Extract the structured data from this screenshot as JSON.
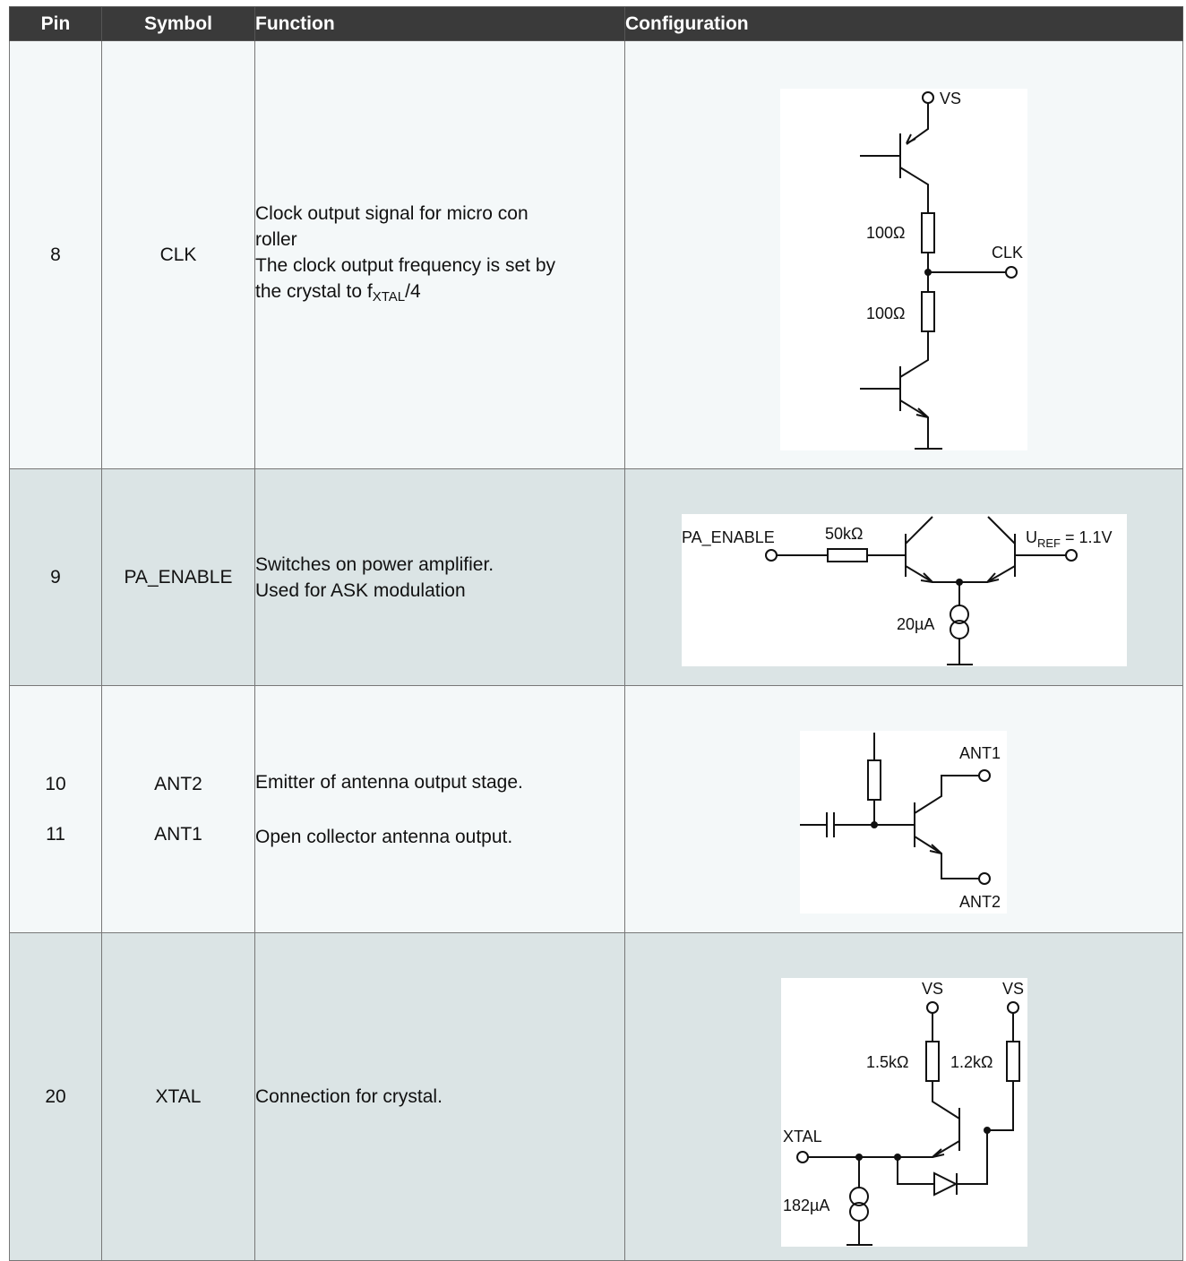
{
  "headers": {
    "pin": "Pin",
    "symbol": "Symbol",
    "function": "Function",
    "configuration": "Configuration"
  },
  "rows": [
    {
      "pin": "8",
      "symbol": "CLK",
      "function": {
        "line1": "Clock output signal for micro con",
        "line2": "roller",
        "line3": "The clock output frequency is set by",
        "line4_pre": "the crystal to f",
        "line4_sub": "XTAL",
        "line4_post": "/4"
      },
      "diagram": {
        "vs": "VS",
        "r_top": "100Ω",
        "r_bottom": "100Ω",
        "out": "CLK"
      }
    },
    {
      "pin": "9",
      "symbol": "PA_ENABLE",
      "function": {
        "line1": "Switches on power amplifier.",
        "line2": "Used for ASK modulation"
      },
      "diagram": {
        "input": "PA_ENABLE",
        "resistor": "50kΩ",
        "uref_pre": "U",
        "uref_sub": "REF",
        "uref_post": " = 1.1V",
        "current": "20µA"
      }
    },
    {
      "pins": [
        "10",
        "11"
      ],
      "symbols": [
        "ANT2",
        "ANT1"
      ],
      "functions": [
        "Emitter of antenna output stage.",
        "Open collector antenna output."
      ],
      "diagram": {
        "ant1": "ANT1",
        "ant2": "ANT2"
      }
    },
    {
      "pin": "20",
      "symbol": "XTAL",
      "function": {
        "line1": "Connection for crystal."
      },
      "diagram": {
        "vs1": "VS",
        "vs2": "VS",
        "r1": "1.5kΩ",
        "r2": "1.2kΩ",
        "input": "XTAL",
        "current": "182µA"
      }
    }
  ]
}
